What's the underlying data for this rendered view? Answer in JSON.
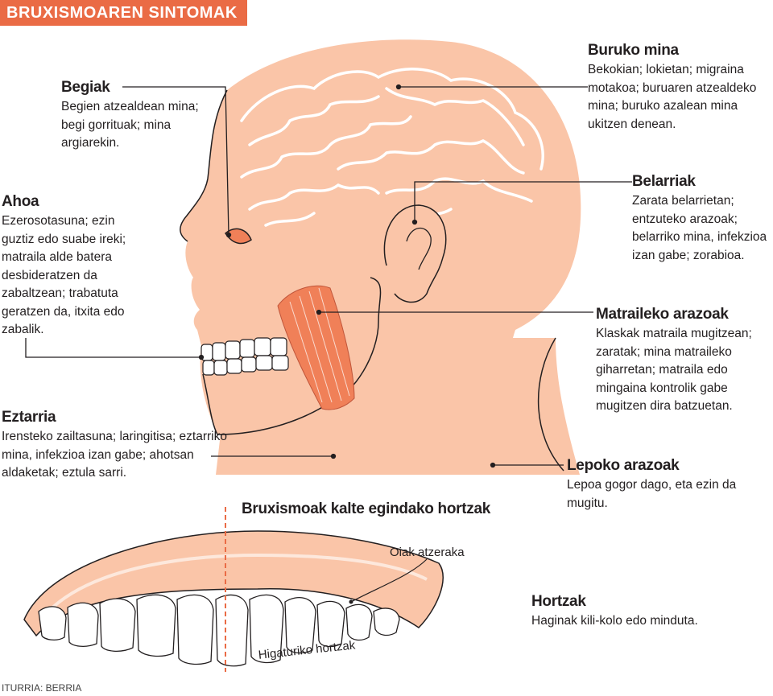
{
  "title": "BRUXISMOAREN SINTOMAK",
  "colors": {
    "accent": "#ea6b45",
    "skin": "#fac5a8",
    "muscle": "#f08058",
    "text": "#231f20"
  },
  "labels": {
    "begiak": {
      "title": "Begiak",
      "text": "Begien atzealdean mina; begi gorrituak; mina argiarekin."
    },
    "buruko_mina": {
      "title": "Buruko mina",
      "text": "Bekokian; lokietan; migraina motakoa; buruaren atzealdeko mina; buruko azalean mina ukitzen denean."
    },
    "ahoa": {
      "title": "Ahoa",
      "text": "Ezerosotasuna; ezin guztiz edo suabe ireki; matraila alde batera desbideratzen da zabaltzean; trabatuta geratzen da, itxita edo zabalik."
    },
    "belarriak": {
      "title": "Belarriak",
      "text": "Zarata belarrietan; entzuteko arazoak; belarriko mina, infekzioa izan gabe; zorabioa."
    },
    "matraileko": {
      "title": "Matraileko arazoak",
      "text": "Klaskak matraila mugitzean; zaratak; mina matraileko giharretan; matraila edo mingaina kontrolik gabe mugitzen dira batzuetan."
    },
    "eztarria": {
      "title": "Eztarria",
      "text": "Irensteko zailtasuna; laringitisa; eztarriko mina, infekzioa izan gabe; ahotsan aldaketak; eztula sarri."
    },
    "lepoko": {
      "title": "Lepoko arazoak",
      "text": "Lepoa gogor dago, eta ezin da mugitu."
    },
    "hortzak": {
      "title": "Hortzak",
      "text": "Haginak kili-kolo edo minduta."
    }
  },
  "teeth_section": {
    "title": "Bruxismoak kalte egindako hortzak",
    "oiak": "Oiak atzeraka",
    "higaturiko": "Higaturiko hortzak"
  },
  "source": "ITURRIA: BERRIA"
}
